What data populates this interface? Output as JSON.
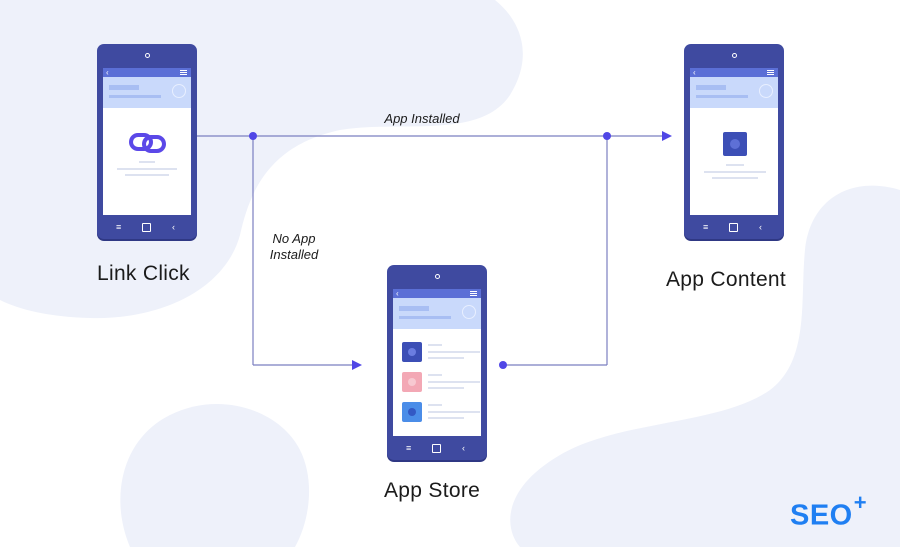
{
  "nodes": {
    "link_click": {
      "label": "Link Click"
    },
    "app_store": {
      "label": "App Store"
    },
    "app_content": {
      "label": "App Content"
    }
  },
  "edges": {
    "app_installed": {
      "label": "App Installed"
    },
    "no_app_installed": {
      "label_line1": "No App",
      "label_line2": "Installed"
    }
  },
  "logo": {
    "text": "SEO",
    "sup": "+"
  },
  "colors": {
    "phone_body": "#3f4aa0",
    "status_bar": "#5b6fd6",
    "header": "#c9d9fb",
    "connector": "#7b7fc0",
    "dot": "#5047e6",
    "blob": "#eef1fa",
    "logo": "#1f7ff2"
  },
  "icons": {
    "phone_1_content": "link-chain-icon",
    "phone_2_content": "app-list",
    "phone_3_content": "app-square-icon"
  }
}
